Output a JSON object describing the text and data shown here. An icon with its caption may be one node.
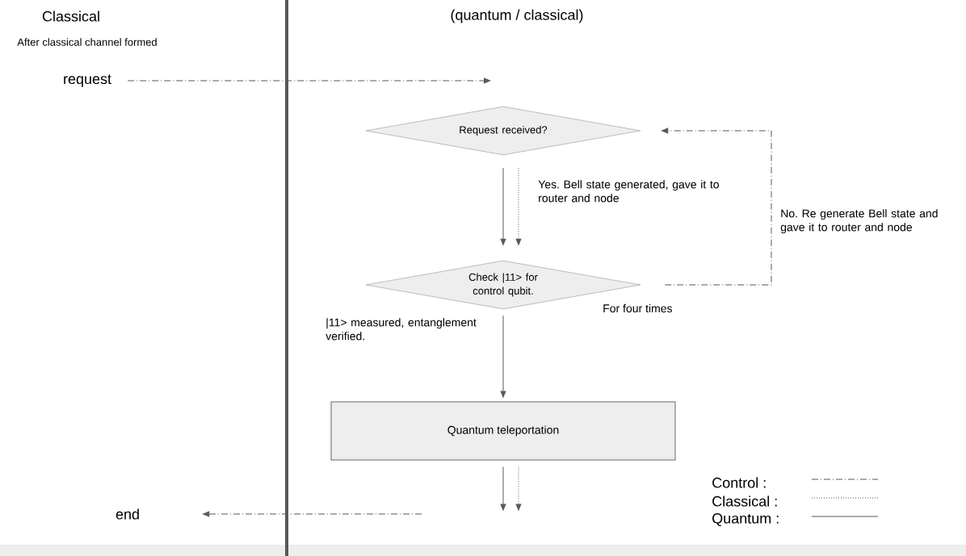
{
  "diagram": {
    "nodes": [
      {
        "text": [
          "request"
        ]
      },
      {
        "text": [
          "Request received?"
        ]
      },
      {
        "text": [
          "Check |11> for control qubit."
        ],
        "beside": [
          "For four times"
        ]
      },
      {
        "text": [
          "Quantum teleportation"
        ]
      },
      {
        "text": [
          "end"
        ]
      }
    ],
    "edges": [
      {
        "from": 0,
        "to": null,
        "arrow": "to",
        "style": "dashed"
      },
      {
        "from": 1,
        "to": 2,
        "arrow": "to"
      },
      {
        "from": 1,
        "to": 2,
        "arrow": "to",
        "style": "dashed",
        "label": "Yes. Bell state generated, gave it to router and node"
      },
      {
        "from": 2,
        "to": 1,
        "arrow": "to",
        "style": "dashed",
        "label": "No. Re generate Bell state and gave it to router and node"
      },
      {
        "from": 2,
        "to": 3,
        "arrow": "to",
        "label": "|11> measured, entanglement verified."
      },
      {
        "from": 3,
        "to": null,
        "arrow": "to"
      },
      {
        "from": 3,
        "to": null,
        "arrow": "to",
        "style": "dashed"
      },
      {
        "from": null,
        "to": 4,
        "arrow": "to",
        "style": "dashed"
      }
    ],
    "labels": [
      "Classical",
      "After classical channel formed",
      "(quantum / classical)"
    ],
    "legend": [
      {
        "text": "Control :"
      },
      {
        "text": "Classical :"
      },
      {
        "text": "Quantum :"
      }
    ]
  }
}
